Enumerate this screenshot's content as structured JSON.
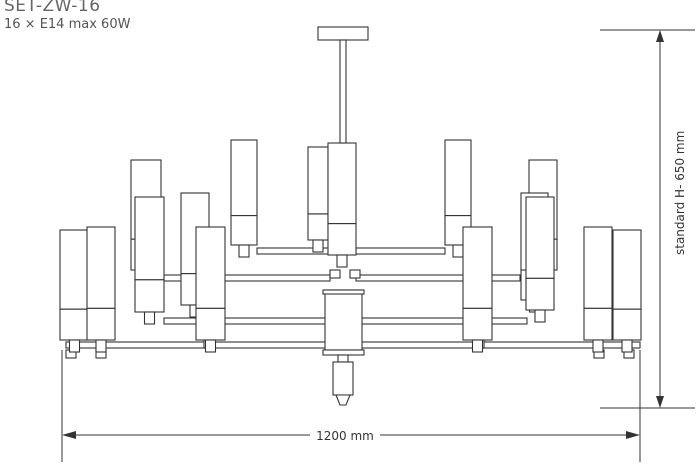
{
  "header": {
    "model": "SET-ZW-16",
    "spec": "16 × E14 max 60W"
  },
  "dimensions": {
    "height_label": "standard H- 650 mm",
    "width_label": "1200 mm"
  },
  "drawing": {
    "lamp_count": 16,
    "line_color": "#333333"
  }
}
